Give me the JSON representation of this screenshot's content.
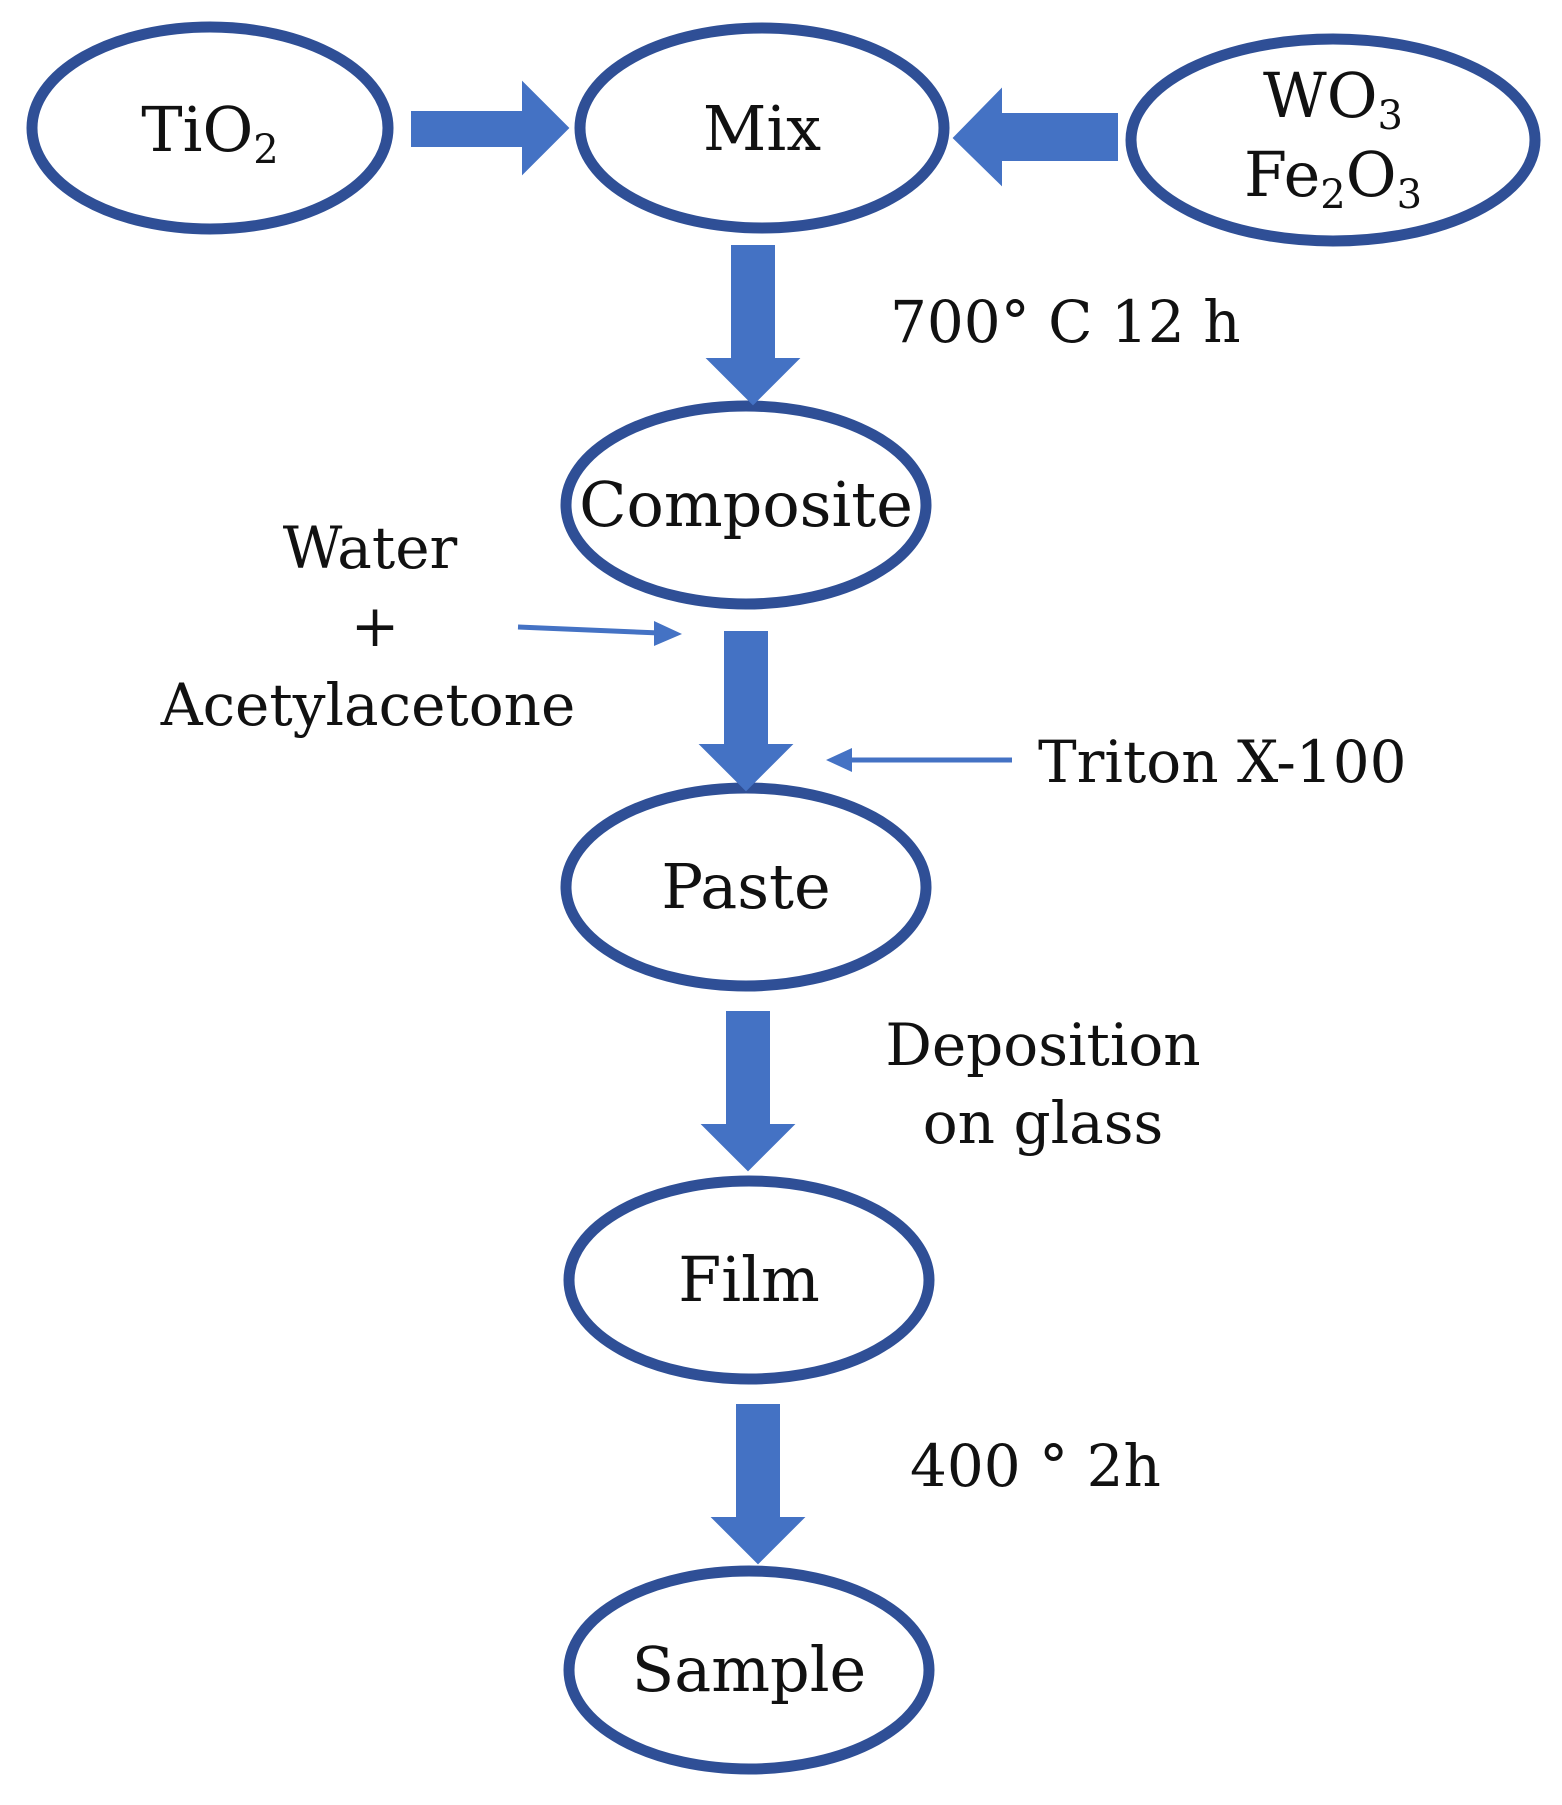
{
  "colors": {
    "node_stroke": "#2F4F96",
    "node_fill": "#ffffff",
    "arrow_fill": "#4472C4",
    "text": "#111111"
  },
  "nodes": {
    "tio2": {
      "main": "TiO",
      "sub": "2"
    },
    "mix": "Mix",
    "additives": {
      "line1": {
        "main": "WO",
        "sub": "3"
      },
      "line2": {
        "a": "Fe",
        "sub_a": "2",
        "b": "O",
        "sub_b": "3"
      }
    },
    "composite": "Composite",
    "paste": "Paste",
    "film": "Film",
    "sample": "Sample"
  },
  "step_labels": {
    "calcination": "700° C 12 h",
    "water": "Water",
    "plus": "+",
    "acetylacetone": "Acetylacetone",
    "surfactant": "Triton X-100",
    "deposition_line1": "Deposition",
    "deposition_line2": "on glass",
    "annealing": "400 ° 2h"
  }
}
